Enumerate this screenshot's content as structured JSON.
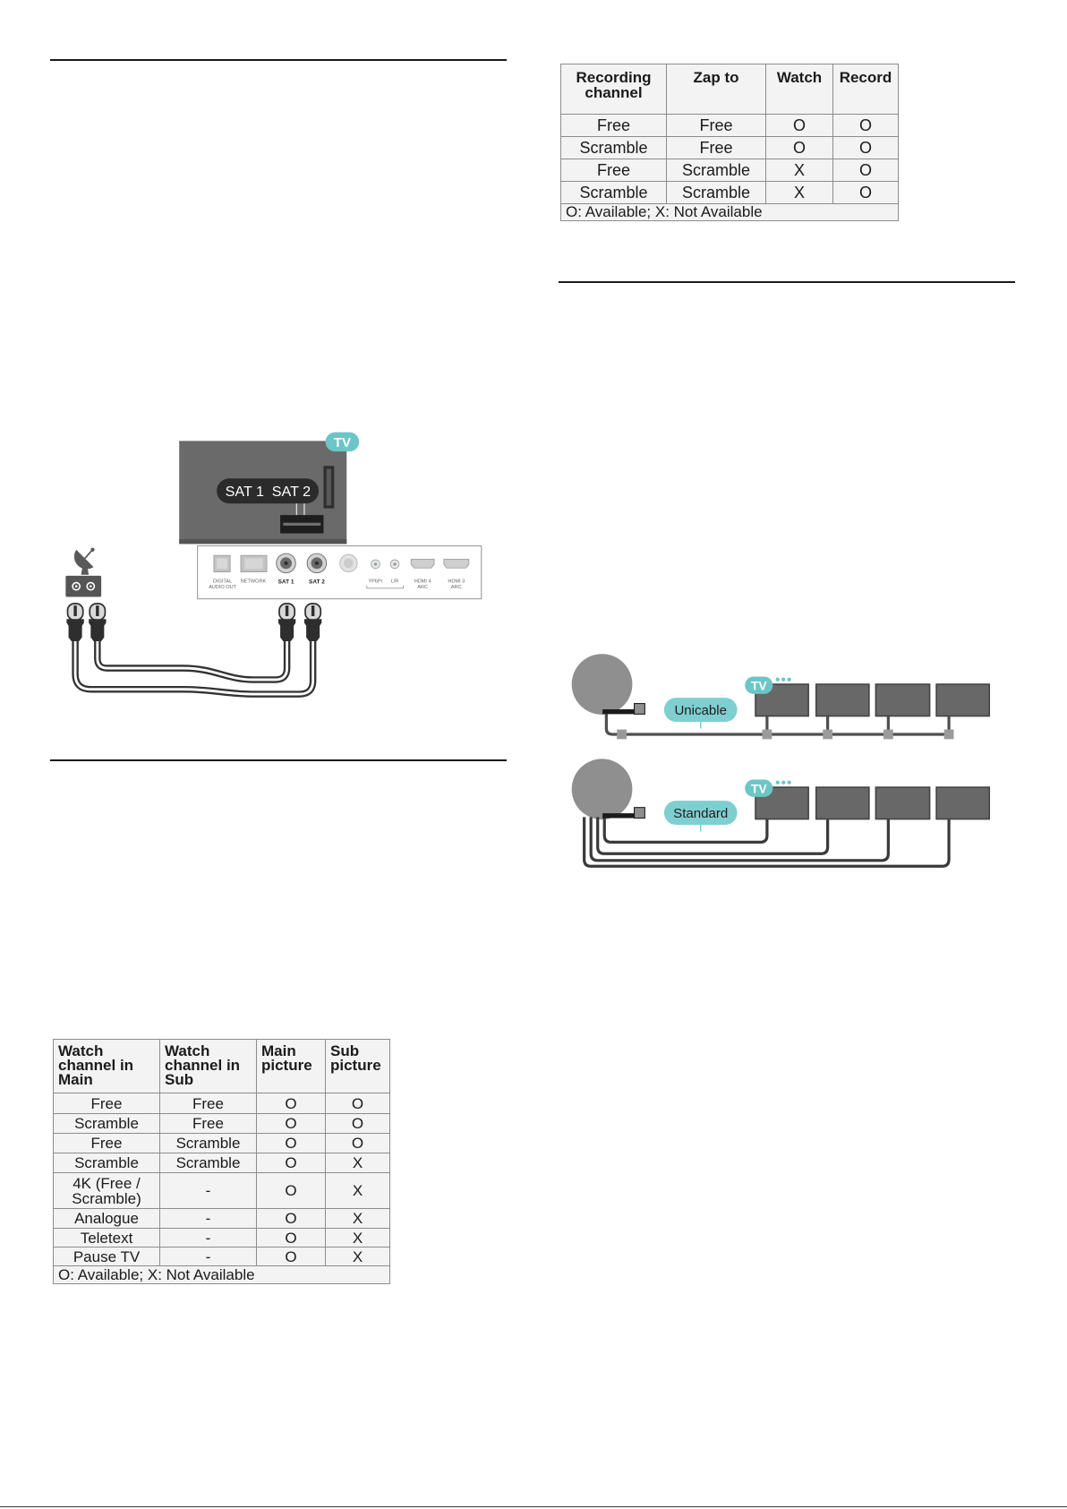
{
  "recording_table": {
    "headers": [
      "Recording channel",
      "Zap to",
      "Watch",
      "Record"
    ],
    "rows": [
      [
        "Free",
        "Free",
        "O",
        "O"
      ],
      [
        "Scramble",
        "Free",
        "O",
        "O"
      ],
      [
        "Free",
        "Scramble",
        "X",
        "O"
      ],
      [
        "Scramble",
        "Scramble",
        "X",
        "O"
      ]
    ],
    "footnote": "O: Available; X: Not Available"
  },
  "pip_table": {
    "headers": [
      "Watch channel in Main",
      "Watch channel in Sub",
      "Main picture",
      "Sub picture"
    ],
    "rows": [
      [
        "Free",
        "Free",
        "O",
        "O"
      ],
      [
        "Scramble",
        "Free",
        "O",
        "O"
      ],
      [
        "Free",
        "Scramble",
        "O",
        "O"
      ],
      [
        "Scramble",
        "Scramble",
        "O",
        "X"
      ],
      [
        "4K (Free / Scramble)",
        "-",
        "O",
        "X"
      ],
      [
        "Analogue",
        "-",
        "O",
        "X"
      ],
      [
        "Teletext",
        "-",
        "O",
        "X"
      ],
      [
        "Pause TV",
        "-",
        "O",
        "X"
      ]
    ],
    "footnote": "O: Available; X: Not Available"
  },
  "satellite_diagram": {
    "tv_badge": "TV",
    "tv_port_callout": [
      "SAT 1",
      "SAT 2"
    ],
    "panel_labels": {
      "digital_audio_out": [
        "DIGITAL",
        "AUDIO OUT"
      ],
      "network": "NETWORK",
      "sat1": "SAT 1",
      "sat2": "SAT 2",
      "ypbpr": "YPbPr",
      "lr": "L/R",
      "hdmi4": [
        "HDMI 4",
        "ARC"
      ],
      "hdmi3": [
        "HDMI 3",
        "ARC"
      ]
    }
  },
  "lnb_diagrams": {
    "unicable": {
      "label": "Unicable",
      "tv_badge": "TV"
    },
    "standard": {
      "label": "Standard",
      "tv_badge": "TV"
    }
  },
  "colors": {
    "accent_teal": "#6cc6c8",
    "device_grey": "#686868",
    "dish_grey": "#8f8f8f",
    "rule": "#1a1a1a"
  }
}
